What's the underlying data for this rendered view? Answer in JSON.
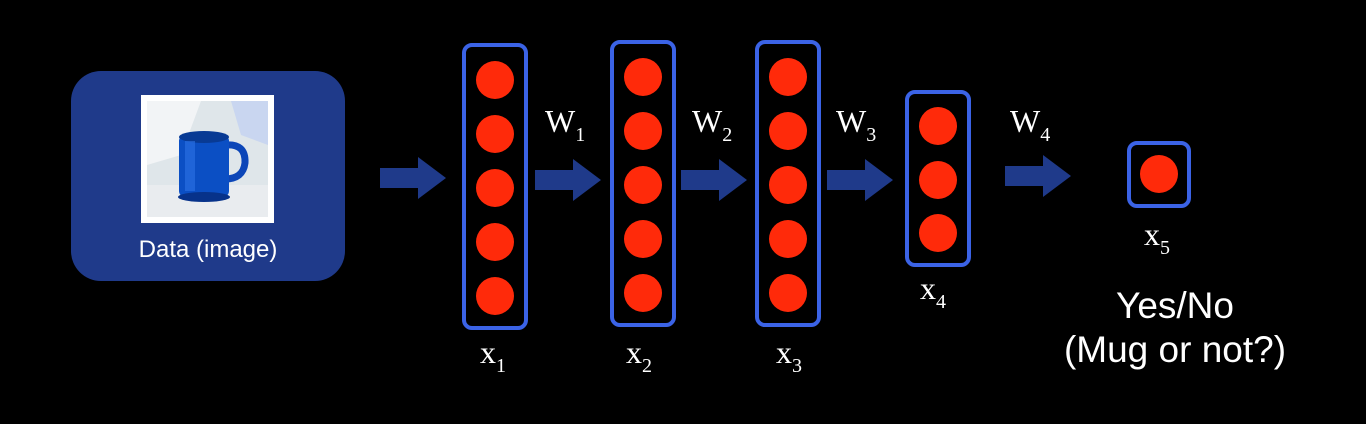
{
  "colors": {
    "background": "#000000",
    "data_box": "#1f3a8a",
    "arrow": "#1f3a8a",
    "layer_border": "#3b63e6",
    "node": "#ff2a0a",
    "text": "#ffffff"
  },
  "input": {
    "label": "Data (image)",
    "image_icon": "mug-photo"
  },
  "layers": [
    {
      "name": "x",
      "index": "1",
      "nodes": 5
    },
    {
      "name": "x",
      "index": "2",
      "nodes": 5
    },
    {
      "name": "x",
      "index": "3",
      "nodes": 5
    },
    {
      "name": "x",
      "index": "4",
      "nodes": 3
    },
    {
      "name": "x",
      "index": "5",
      "nodes": 1
    }
  ],
  "weights": [
    {
      "name": "W",
      "index": "1"
    },
    {
      "name": "W",
      "index": "2"
    },
    {
      "name": "W",
      "index": "3"
    },
    {
      "name": "W",
      "index": "4"
    }
  ],
  "output": {
    "line1": "Yes/No",
    "line2": "(Mug or not?)"
  }
}
